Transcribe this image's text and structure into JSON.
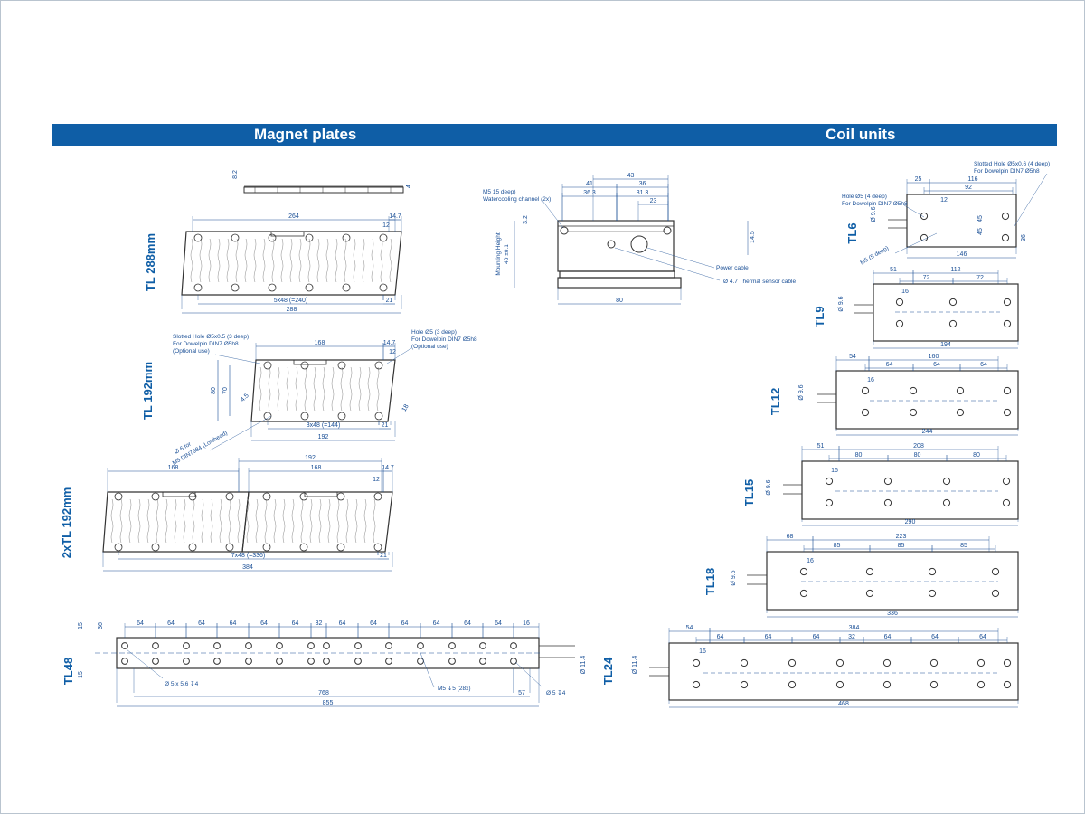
{
  "banner": {
    "magnet_title": "Magnet plates",
    "coil_title": "Coil units",
    "color": "#0f5ea6"
  },
  "colors": {
    "line": "#333333",
    "dim": "#1a4f96",
    "label": "#0f5ea6"
  },
  "magnet": {
    "tl288": {
      "label": "TL 288mm",
      "d_8_2": "8.2",
      "d_4": "4",
      "d_264": "264",
      "d_14_7": "14.7",
      "d_12": "12",
      "d_pitch": "5x48 (=240)",
      "d_21": "21",
      "d_288": "288"
    },
    "tl192": {
      "label": "TL 192mm",
      "note_slot": [
        "Slotted Hole Ø5x0.5 (3 deep)",
        "For Dowelpin DIN7 Ø5h8",
        "(Optional use)"
      ],
      "note_hole": [
        "Hole Ø5 (3 deep)",
        "For Dowelpin DIN7 Ø5h8",
        "(Optional use)"
      ],
      "note_screw": [
        "Ø 6 for",
        "M5 DIN7984 (Lowhead)"
      ],
      "d_168": "168",
      "d_14_7": "14.7",
      "d_12": "12",
      "d_80": "80",
      "d_70": "70",
      "d_4_5": "4.5",
      "d_18": "18",
      "d_pitch": "3x48 (=144)",
      "d_21": "21",
      "d_192": "192"
    },
    "tl2x192": {
      "label": "2xTL 192mm",
      "d_168": "168",
      "d_192": "192",
      "d_168b": "168",
      "d_14_7": "14.7",
      "d_12": "12",
      "d_pitch": "7x48 (=336)",
      "d_21": "21",
      "d_384": "384"
    },
    "tl48": {
      "label": "TL48",
      "pitches": [
        "64",
        "64",
        "64",
        "64",
        "64",
        "64",
        "32",
        "64",
        "64",
        "64",
        "64",
        "64",
        "64"
      ],
      "d_36": "36",
      "d_15": "15",
      "d_15b": "15",
      "d_16": "16",
      "note_hole1": "Ø 5 x 5.6 ↧4",
      "note_m5": "M5 ↧5 (28x)",
      "note_hole2": "Ø 5 ↧4",
      "d_11_4": "Ø 11.4",
      "d_768": "768",
      "d_57": "57",
      "d_855": "855"
    }
  },
  "cross_section": {
    "note_m5": "M5 15 deep)",
    "note_water": "Watercooling channel (2x)",
    "d_43": "43",
    "d_41": "41",
    "d_36": "36",
    "d_36_3": "36.3",
    "d_31_3": "31.3",
    "d_23": "23",
    "d_3_2": "3.2",
    "d_14_5": "14.5",
    "mount_label": "Mounting Height",
    "mount_value": "40 ±0.1",
    "power_cable": "Power cable",
    "thermal_cable": "Ø 4.7 Thermal sensor cable",
    "d_80": "80"
  },
  "coil": {
    "tl6": {
      "label": "TL6",
      "note_slot": [
        "Slotted Hole Ø5x0.6 (4 deep)",
        "For Dowelpin DIN7 Ø5h8"
      ],
      "note_hole": [
        "Hole Ø5 (4 deep)",
        "For Dowelpin DIN7 Ø5h8"
      ],
      "note_m5": "M5 (5 deep)",
      "d_116": "116",
      "d_92": "92",
      "d_25": "25",
      "d_12": "12",
      "d_9_6": "Ø 9.6",
      "d_45": "45",
      "d_45b": "45",
      "d_36": "36",
      "d_146": "146"
    },
    "tl9": {
      "label": "TL9",
      "d_51": "51",
      "d_112": "112",
      "d_72": "72",
      "d_72b": "72",
      "d_16": "16",
      "d_9_6": "Ø 9.6",
      "d_194": "194"
    },
    "tl12": {
      "label": "TL12",
      "d_54": "54",
      "d_160": "160",
      "d_64": "64",
      "d_64b": "64",
      "d_64c": "64",
      "d_16": "16",
      "d_9_6": "Ø 9.6",
      "d_244": "244"
    },
    "tl15": {
      "label": "TL15",
      "d_51": "51",
      "d_208": "208",
      "d_80": "80",
      "d_80b": "80",
      "d_80c": "80",
      "d_16": "16",
      "d_9_6": "Ø 9.6",
      "d_290": "290"
    },
    "tl18": {
      "label": "TL18",
      "d_68": "68",
      "d_223": "223",
      "d_85": "85",
      "d_85b": "85",
      "d_85c": "85",
      "d_16": "16",
      "d_9_6": "Ø 9.6",
      "d_336": "336"
    },
    "tl24": {
      "label": "TL24",
      "d_54": "54",
      "d_384": "384",
      "pitches": [
        "64",
        "64",
        "64",
        "32",
        "64",
        "64",
        "64"
      ],
      "d_16": "16",
      "d_11_4": "Ø 11.4",
      "d_468": "468"
    }
  }
}
